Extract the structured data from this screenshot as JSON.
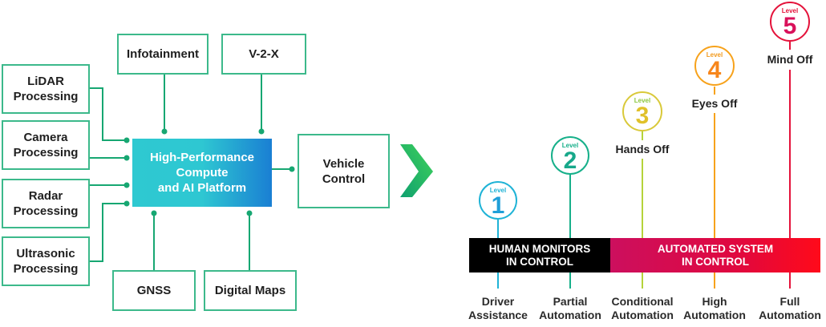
{
  "diagram": {
    "hub": {
      "line1": "High-Performance",
      "line2": "Compute",
      "line3": "and AI Platform"
    },
    "inputs": [
      {
        "line1": "LiDAR",
        "line2": "Processing"
      },
      {
        "line1": "Camera",
        "line2": "Processing"
      },
      {
        "line1": "Radar",
        "line2": "Processing"
      },
      {
        "line1": "Ultrasonic",
        "line2": "Processing"
      }
    ],
    "top": [
      {
        "label": "Infotainment"
      },
      {
        "label": "V-2-X"
      }
    ],
    "bottom": [
      {
        "label": "GNSS"
      },
      {
        "label": "Digital Maps"
      }
    ],
    "output": {
      "line1": "Vehicle",
      "line2": "Control"
    },
    "arrow_icon": "chevron-right-icon",
    "colors": {
      "line": "#17a772",
      "box_border": "#3cb98b",
      "arrow_start": "#0fa06f",
      "arrow_end": "#3fd25a"
    }
  },
  "autonomy": {
    "level_word": "Level",
    "levels": [
      {
        "number": "1",
        "top_label": "",
        "bottom1": "Driver",
        "bottom2": "Assistance",
        "color": "#1fb3d6"
      },
      {
        "number": "2",
        "top_label": "",
        "bottom1": "Partial",
        "bottom2": "Automation",
        "color": "#17b08a"
      },
      {
        "number": "3",
        "top_label": "Hands Off",
        "bottom1": "Conditional",
        "bottom2": "Automation",
        "color": "#b5d33a"
      },
      {
        "number": "4",
        "top_label": "Eyes Off",
        "bottom1": "High",
        "bottom2": "Automation",
        "color": "#f7a21b"
      },
      {
        "number": "5",
        "top_label": "Mind Off",
        "bottom1": "Full",
        "bottom2": "Automation",
        "color": "#e4123a"
      }
    ],
    "bands": {
      "human": {
        "line1": "HUMAN MONITORS",
        "line2": "IN CONTROL",
        "color": "#000000"
      },
      "automated": {
        "line1": "AUTOMATED SYSTEM",
        "line2": "IN CONTROL",
        "color": "#e0083f"
      }
    }
  }
}
